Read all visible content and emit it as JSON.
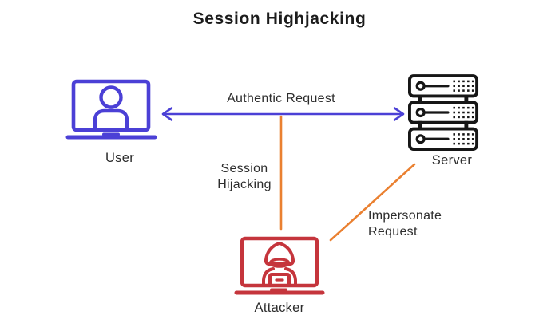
{
  "title": "Session Highjacking",
  "nodes": {
    "user": {
      "label": "User",
      "color": "#4b40d6"
    },
    "server": {
      "label": "Server",
      "color": "#161616"
    },
    "attacker": {
      "label": "Attacker",
      "color": "#c5353c"
    }
  },
  "edges": {
    "authentic_request": {
      "label": "Authentic Request",
      "color": "#4b40d6",
      "from": "User",
      "to": "Server",
      "style": "double-headed-arrow"
    },
    "session_hijacking": {
      "label": "Session Hijacking",
      "color": "#ea8030",
      "from": "Attacker",
      "to": "Authentic Request line",
      "style": "line"
    },
    "impersonate_request": {
      "label": "Impersonate Request",
      "color": "#ea8030",
      "from": "Attacker",
      "to": "Server",
      "style": "line"
    }
  },
  "colors": {
    "background": "#ffffff",
    "title_text": "#1c1c1c",
    "label_text": "#2d2d2d",
    "blue": "#4b40d6",
    "orange": "#ea8030",
    "red": "#c5353c",
    "black": "#161616"
  }
}
